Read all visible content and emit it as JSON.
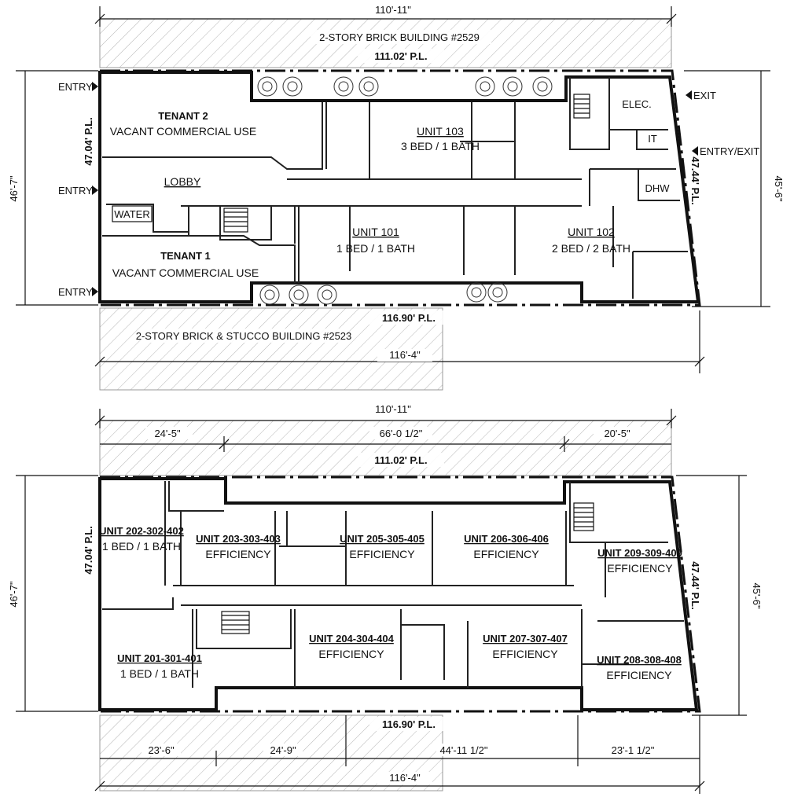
{
  "floor1": {
    "top_dim": "110'-11\"",
    "top_building": "2-STORY BRICK BUILDING #2529",
    "top_pl": "111.02' P.L.",
    "left_pl": "47.04' P.L.",
    "left_dim": "46'-7\"",
    "right_pl": "47.44' P.L.",
    "right_dim": "45'-6\"",
    "bottom_pl": "116.90' P.L.",
    "bottom_building": "2-STORY BRICK & STUCCO BUILDING #2523",
    "bottom_dim": "116'-4\"",
    "entry_top": "ENTRY",
    "entry_mid": "ENTRY",
    "entry_bottom": "ENTRY",
    "exit": "EXIT",
    "entry_exit": "ENTRY/EXIT",
    "tenant2_title": "TENANT 2",
    "tenant2_use": "VACANT COMMERCIAL USE",
    "tenant1_title": "TENANT 1",
    "tenant1_use": "VACANT COMMERCIAL USE",
    "lobby": "LOBBY",
    "water": "WATER",
    "elec": "ELEC.",
    "it": "IT",
    "dhw": "DHW",
    "unit103_name": "UNIT 103",
    "unit103_type": "3 BED / 1 BATH",
    "unit101_name": "UNIT 101",
    "unit101_type": "1 BED / 1 BATH",
    "unit102_name": "UNIT 102",
    "unit102_type": "2 BED / 2 BATH"
  },
  "floor2": {
    "top_dim": "110'-11\"",
    "seg_left": "24'-5\"",
    "seg_mid": "66'-0 1/2\"",
    "seg_right": "20'-5\"",
    "top_pl": "111.02' P.L.",
    "left_pl": "47.04' P.L.",
    "left_dim": "46'-7\"",
    "right_pl": "47.44' P.L.",
    "right_dim": "45'-6\"",
    "bottom_pl": "116.90' P.L.",
    "bseg_1": "23'-6\"",
    "bseg_2": "24'-9\"",
    "bseg_3": "44'-11 1/2\"",
    "bseg_4": "23'-1 1/2\"",
    "bottom_dim": "116'-4\"",
    "u202_name": "UNIT 202-302-402",
    "u202_type": "1 BED / 1 BATH",
    "u203_name": "UNIT 203-303-403",
    "u203_type": "EFFICIENCY",
    "u205_name": "UNIT 205-305-405",
    "u205_type": "EFFICIENCY",
    "u206_name": "UNIT 206-306-406",
    "u206_type": "EFFICIENCY",
    "u209_name": "UNIT 209-309-409",
    "u209_type": "EFFICIENCY",
    "u201_name": "UNIT 201-301-401",
    "u201_type": "1 BED / 1 BATH",
    "u204_name": "UNIT 204-304-404",
    "u204_type": "EFFICIENCY",
    "u207_name": "UNIT 207-307-407",
    "u207_type": "EFFICIENCY",
    "u208_name": "UNIT 208-308-408",
    "u208_type": "EFFICIENCY"
  }
}
